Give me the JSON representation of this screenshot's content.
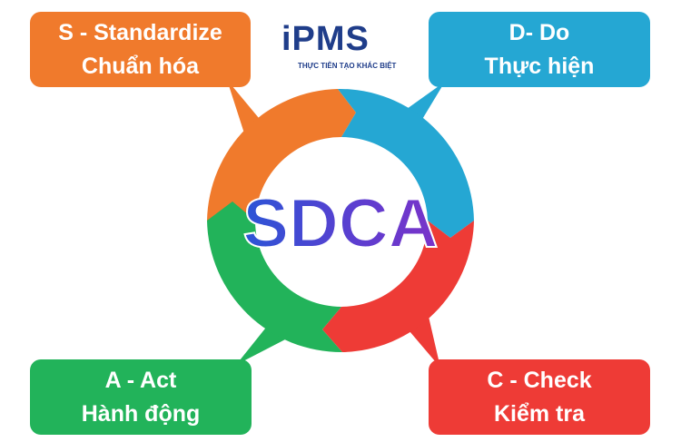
{
  "logo": {
    "brand": "iPMS",
    "tagline": "THỰC TIỄN TẠO KHÁC BIỆT"
  },
  "center": {
    "label": "SDCA"
  },
  "steps": [
    {
      "id": "s",
      "title": "S - Standardize",
      "subtitle": "Chuẩn hóa",
      "color": "#f07a2c"
    },
    {
      "id": "d",
      "title": "D- Do",
      "subtitle": "Thực hiện",
      "color": "#25a7d3"
    },
    {
      "id": "c",
      "title": "C - Check",
      "subtitle": "Kiểm tra",
      "color": "#ee3b36"
    },
    {
      "id": "a",
      "title": "A - Act",
      "subtitle": "Hành động",
      "color": "#22b35a"
    }
  ]
}
